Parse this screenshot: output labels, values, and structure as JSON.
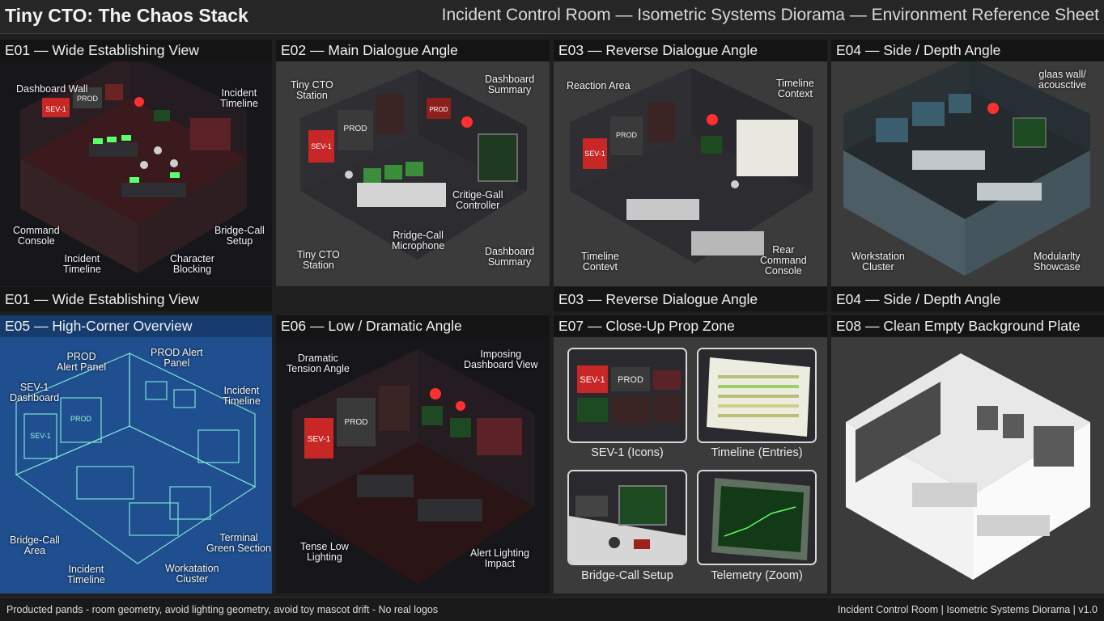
{
  "header": {
    "title": "Tiny CTO: The Chaos Stack",
    "subtitle": "Incident Control Room — Isometric Systems Diorama — Environment Reference Sheet"
  },
  "panels": {
    "e01": {
      "label": "E01 — Wide Establishing View",
      "callouts": [
        "Dashboard Wall",
        "Incident\nTimeline",
        "Command\nConsole",
        "Incident\nTimeline",
        "Character\nBlocking",
        "Bridge-Call\nSetup"
      ],
      "screens": [
        "SEV-1",
        "PROD"
      ]
    },
    "e02": {
      "label": "E02 — Main Dialogue Angle",
      "callouts": [
        "Tiny CTO\nStation",
        "Dashboard\nSummary",
        "Critige-Gall\nController",
        "Rridge-Call\nMicrophone",
        "Tiny CTO\nStation",
        "Dashboard\nSummary"
      ],
      "screens": [
        "SEV-1",
        "PROD",
        "PROD"
      ]
    },
    "e03": {
      "label": "E03 — Reverse Dialogue Angle",
      "callouts": [
        "Reaction Area",
        "Timeline\nContext",
        "Timeline\nContevt",
        "Rear\nCommand\nConsole"
      ],
      "screens": [
        "SEV-1",
        "PROD"
      ]
    },
    "e04": {
      "label": "E04 — Side / Depth Angle",
      "callouts": [
        "glaas wall/\nacousctive",
        "Workstation\nCluster",
        "Modularlty\nShowcase"
      ]
    },
    "e05": {
      "label": "E05 — High-Corner Overview",
      "callouts": [
        "SEV-1\nDashboard",
        "PROD\nAlert Panel",
        "PROD Alert\nPanel",
        "Incident\nTimeline",
        "Bridge-Call\nArea",
        "Incident\nTimeline",
        "Workatation\nCiuster",
        "Terminal\nGreen Section"
      ],
      "screens": [
        "SEV-1",
        "PROD"
      ]
    },
    "e06": {
      "label": "E06 — Low / Dramatic Angle",
      "callouts": [
        "Dramatic\nTension Angle",
        "Imposing\nDashboard View",
        "Tense Low\nLighting",
        "Alert Lighting\nImpact"
      ],
      "screens": [
        "SEV-1",
        "PROD"
      ]
    },
    "e07": {
      "label": "E07 — Close-Up Prop Zone",
      "props": [
        {
          "caption": "SEV-1 (Icons)",
          "screens": [
            "SEV-1",
            "PROD"
          ]
        },
        {
          "caption": "Timeline (Entries)"
        },
        {
          "caption": "Bridge-Call Setup"
        },
        {
          "caption": "Telemetry (Zoom)"
        }
      ]
    },
    "e08": {
      "label": "E08 — Clean Empty Background Plate"
    }
  },
  "mid_labels": {
    "a": "E01 — Wide Establishing View",
    "b": "E03 — Reverse Dialogue Angle",
    "c": "E04 — Side / Depth Angle"
  },
  "footer": {
    "left": "Producted pands - room geometry, avoid lighting geometry, avoid toy mascot drift - No real logos",
    "right": "Incident Control Room | Isometric Systems Diorama | v1.0"
  },
  "colors": {
    "alert_red": "#d62a2a",
    "terminal_green": "#3fae4a",
    "blueprint_blue": "#1f4f8f",
    "page_bg": "#1f1f1f"
  }
}
